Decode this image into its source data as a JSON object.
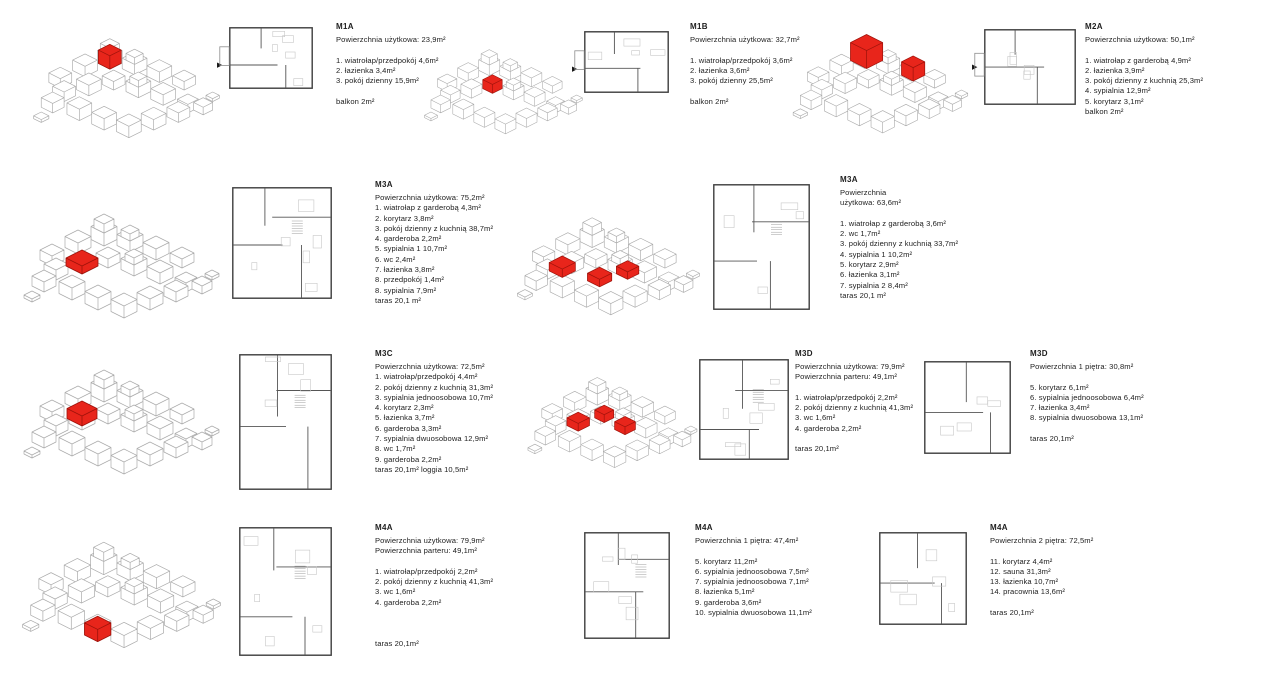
{
  "sheet": {
    "accent_red": "#e8251b",
    "accent_dark": "#9e130b",
    "line_color": "#ababab",
    "wall_color": "#3d3d3d",
    "text_color": "#1e1e1e",
    "background": "#ffffff"
  },
  "icons": {
    "arrow_right": "▶"
  },
  "units": [
    {
      "code": "M1A",
      "lines": [
        "Powierzchnia użytkowa: 23,9m²",
        "",
        "1. wiatrołap/przedpokój 4,6m²",
        "2. łazienka 3,4m²",
        "3. pokój dzienny 15,9m²",
        "",
        "balkon 2m²"
      ]
    },
    {
      "code": "M1B",
      "lines": [
        "Powierzchnia użytkowa: 32,7m²",
        "",
        "1. wiatrołap/przedpokój 3,6m²",
        "2. łazienka 3,6m²",
        "3. pokój dzienny 25,5m²",
        "",
        "balkon 2m²"
      ]
    },
    {
      "code": "M2A",
      "lines": [
        "Powierzchnia użytkowa: 50,1m²",
        "",
        "1. wiatrołap z garderobą 4,9m²",
        "2. łazienka 3,9m²",
        "3. pokój dzienny z kuchnią 25,3m²",
        "4. sypialnia 12,9m²",
        "5. korytarz 3,1m²",
        "balkon 2m²"
      ]
    },
    {
      "code": "M3A",
      "lines": [
        "Powierzchnia użytkowa: 75,2m²",
        "1. wiatrołap z garderobą 4,3m²",
        "2. korytarz 3,8m²",
        "3. pokój dzienny z kuchnią 38,7m²",
        "4. garderoba 2,2m²",
        "5. sypialnia 1 10,7m²",
        "6. wc 2,4m²",
        "7. łazienka 3,8m²",
        "8. przedpokój 1,4m²",
        "8. sypialnia 7,9m²",
        "taras 20,1 m²"
      ]
    },
    {
      "code": "M3A",
      "lines": [
        "Powierzchnia",
        "użytkowa: 63,6m²",
        "",
        "1. wiatrołap z garderobą 3,6m²",
        "2. wc 1,7m²",
        "3. pokój dzienny z kuchnią 33,7m²",
        "4. sypialnia 1 10,2m²",
        "5. korytarz 2,9m²",
        "6. łazienka 3,1m²",
        "7. sypialnia 2 8,4m²",
        "taras 20,1 m²"
      ]
    },
    {
      "code": "M3C",
      "lines": [
        "Powierzchnia użytkowa: 72,5m²",
        "1. wiatrołap/przedpokój 4,4m²",
        "2. pokój dzienny z kuchnią 31,3m²",
        "3. sypialnia jednoosobowa 10,7m²",
        "4. korytarz 2,3m²",
        "5. łazienka 3,7m²",
        "6. garderoba 3,3m²",
        "7. sypialnia dwuosobowa 12,9m²",
        "8. wc 1,7m²",
        "9. garderoba 2,2m²",
        "taras 20,1m²  loggia 10,5m²"
      ]
    },
    {
      "code": "M3D",
      "lines": [
        "Powierzchnia użytkowa: 79,9m²",
        "Powierzchnia parteru: 49,1m²",
        "",
        "1. wiatrołap/przedpokój 2,2m²",
        "2. pokój dzienny z kuchnią 41,3m²",
        "3. wc 1,6m²",
        "4. garderoba 2,2m²",
        "",
        "taras 20,1m²"
      ]
    },
    {
      "code": "M3D",
      "lines": [
        "Powierzchnia 1 piętra: 30,8m²",
        "",
        "5. korytarz 6,1m²",
        "6. sypialnia jednoosobowa 6,4m²",
        "7. łazienka 3,4m²",
        "8. sypialnia dwuosobowa 13,1m²",
        "",
        "taras 20,1m²"
      ]
    },
    {
      "code": "M4A",
      "lines": [
        "Powierzchnia użytkowa: 79,9m²",
        "Powierzchnia parteru: 49,1m²",
        "",
        "1. wiatrołap/przedpokój 2,2m²",
        "2. pokój dzienny z kuchnią 41,3m²",
        "3. wc 1,6m²",
        "4. garderoba 2,2m²",
        "",
        "",
        "",
        "taras 20,1m²"
      ]
    },
    {
      "code": "M4A",
      "lines": [
        "Powierzchnia 1 piętra: 47,4m²",
        "",
        "5. korytarz 11,2m²",
        "6. sypialnia jednoosobowa 7,5m²",
        "7. sypialnia jednoosobowa 7,1m²",
        "8. łazienka 5,1m²",
        "9. garderoba 3,6m²",
        "10. sypialnia dwuosobowa 11,1m²"
      ]
    },
    {
      "code": "M4A",
      "lines": [
        "Powierzchnia 2 piętra: 72,5m²",
        "",
        "11. korytarz 4,4m²",
        "12. sauna 31,3m²",
        "13. łazienka 10,7m²",
        "14. pracownia 13,6m²",
        "",
        "taras 20,1m²"
      ]
    }
  ]
}
